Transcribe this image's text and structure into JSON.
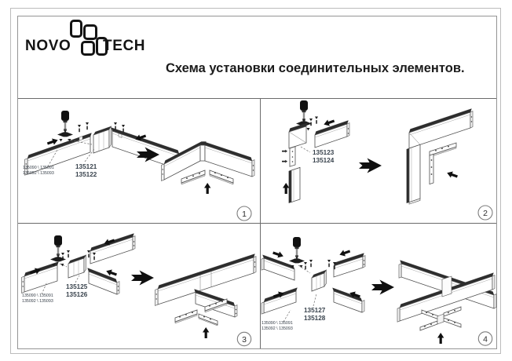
{
  "header": {
    "logo_left": "NOVO",
    "logo_right": "TECH",
    "title": "Схема установки соединительных элементов."
  },
  "panels": [
    {
      "number": "1",
      "track_codes_line1": "135090 \\ 135091",
      "track_codes_line2": "135092 \\ 135093",
      "connector_codes": [
        "135121",
        "135122"
      ]
    },
    {
      "number": "2",
      "connector_codes": [
        "135123",
        "135124"
      ]
    },
    {
      "number": "3",
      "track_codes_line1": "135090 \\ 135091",
      "track_codes_line2": "135092 \\ 135093",
      "connector_codes": [
        "135125",
        "135126"
      ]
    },
    {
      "number": "4",
      "track_codes_line1": "135090 \\ 135091",
      "track_codes_line2": "135092 \\ 135093",
      "connector_codes": [
        "135127",
        "135128"
      ]
    }
  ]
}
